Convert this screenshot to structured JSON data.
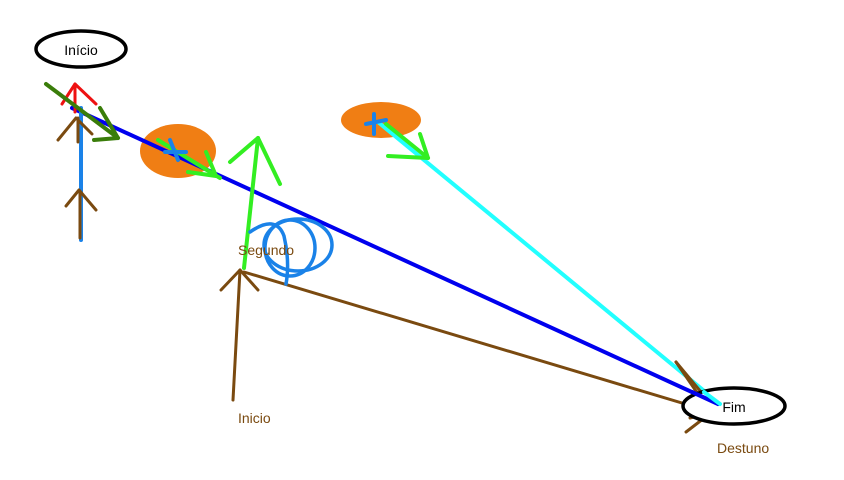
{
  "labels": {
    "start_top": "Início",
    "end": "Fim",
    "start_bottom": "Inicio",
    "second": "Segundo",
    "destination": "Destuno"
  },
  "colors": {
    "background": "#ffffff",
    "node_outline": "#000000",
    "obstacle": "#f07e14",
    "direct_path": "#0000ee",
    "cyan_path": "#22ffff",
    "brown_path": "#7a4a10",
    "green_arrow": "#33ee22",
    "dark_green_arrow": "#3a7d0a",
    "red_arrow": "#ee1111",
    "light_blue_mark": "#1a82e8",
    "brown_label_text": "#7a4a10"
  },
  "icons": {
    "obstacle_markers": "cross-icon",
    "scribble": "loop-scribble"
  }
}
